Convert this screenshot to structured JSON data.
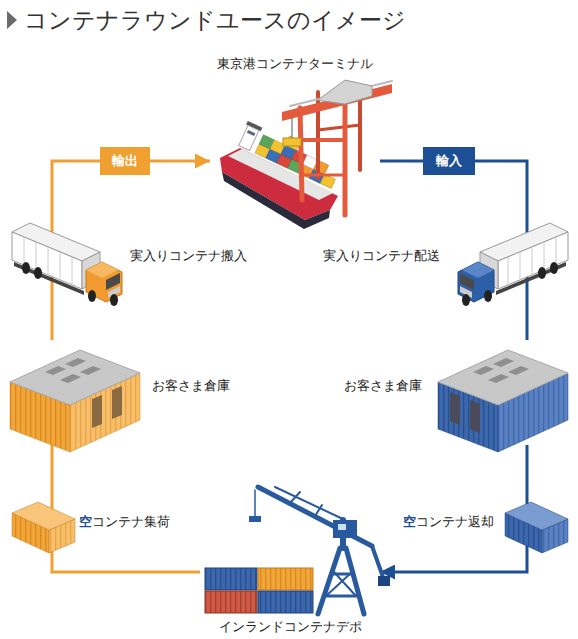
{
  "diagram": {
    "title": "コンテナラウンドユースのイメージ",
    "nodes": [
      {
        "text": [
          "東京港コンテナターミナル"
        ]
      },
      {
        "text": [
          "輸出"
        ]
      },
      {
        "text": [
          "輸入"
        ]
      },
      {
        "text": [
          "お客さま倉庫"
        ]
      },
      {
        "text": [
          "お客さま倉庫"
        ]
      },
      {
        "text": [
          "インランドコンテナデポ"
        ]
      }
    ],
    "edges": [
      {
        "from": 5,
        "to": 3,
        "arrow": "none",
        "label": "空コンテナ集荷"
      },
      {
        "from": 3,
        "to": 1,
        "arrow": "none",
        "label": "実入りコンテナ搬入"
      },
      {
        "from": 1,
        "to": 0,
        "arrow": "to"
      },
      {
        "from": 0,
        "to": 2,
        "arrow": "none"
      },
      {
        "from": 2,
        "to": 4,
        "arrow": "none",
        "label": "実入りコンテナ配送"
      },
      {
        "from": 4,
        "to": 5,
        "arrow": "to",
        "label": "空コンテナ返却"
      }
    ]
  }
}
